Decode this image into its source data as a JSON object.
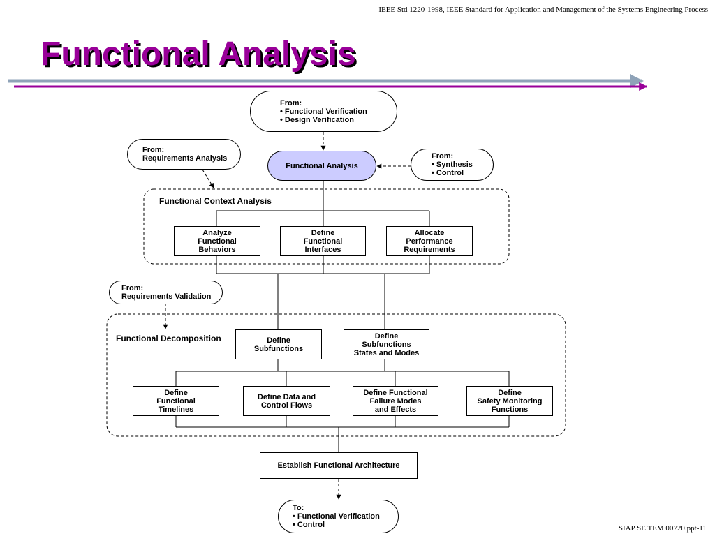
{
  "header": {
    "reference": "IEEE Std 1220-1998, IEEE Standard for Application and Management of the Systems Engineering Process"
  },
  "title": "Functional Analysis",
  "footer": {
    "slide_ref": "SIAP SE TEM 00720.ppt-11"
  },
  "diagram": {
    "inputs": {
      "verification": {
        "heading": "From:",
        "items": [
          "• Functional Verification",
          "• Design Verification"
        ]
      },
      "requirements_analysis": {
        "heading": "From:",
        "items": [
          "Requirements Analysis"
        ]
      },
      "synthesis": {
        "heading": "From:",
        "items": [
          "• Synthesis",
          "• Control"
        ]
      },
      "requirements_validation": {
        "heading": "From:",
        "items": [
          "Requirements Validation"
        ]
      }
    },
    "central_node": "Functional Analysis",
    "context_group": {
      "label": "Functional Context Analysis",
      "boxes": [
        [
          "Analyze",
          "Functional",
          "Behaviors"
        ],
        [
          "Define",
          "Functional",
          "Interfaces"
        ],
        [
          "Allocate",
          "Performance",
          "Requirements"
        ]
      ]
    },
    "decomposition_group": {
      "label": "Functional Decomposition",
      "upper_boxes": [
        [
          "Define",
          "Subfunctions"
        ],
        [
          "Define",
          "Subfunctions",
          "States and Modes"
        ]
      ],
      "lower_boxes": [
        [
          "Define",
          "Functional",
          "Timelines"
        ],
        [
          "Define Data and",
          "Control Flows"
        ],
        [
          "Define Functional",
          "Failure Modes",
          "and Effects"
        ],
        [
          "Define",
          "Safety Monitoring",
          "Functions"
        ]
      ]
    },
    "architecture_box": "Establish Functional Architecture",
    "output": {
      "heading": "To:",
      "items": [
        "•  Functional Verification",
        "•  Control"
      ]
    }
  }
}
